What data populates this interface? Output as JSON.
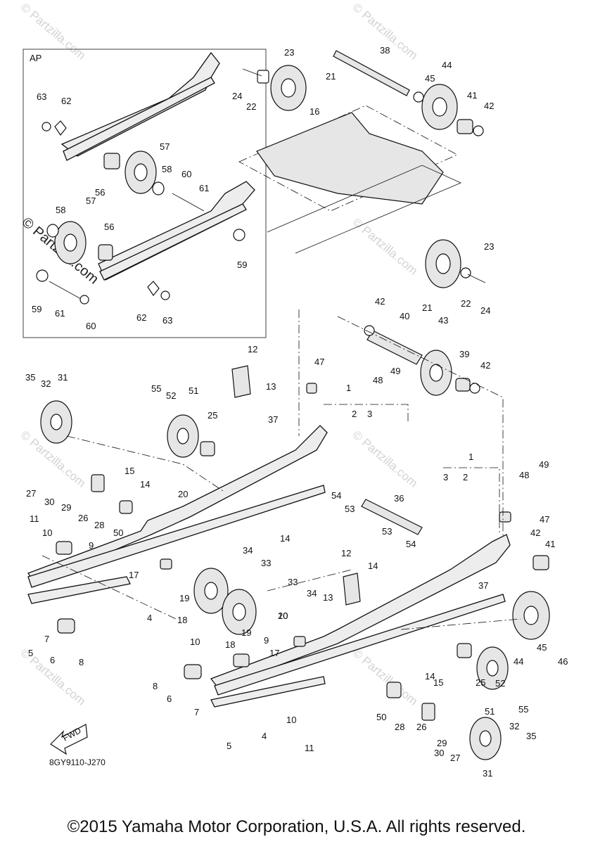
{
  "inset": {
    "label": "AP"
  },
  "drawing_code": "8GY9110-J270",
  "fwd_label": "FWD",
  "copyright": "©2015 Yamaha Motor Corporation, U.S.A. All rights reserved.",
  "watermark": {
    "text": "© Partzilla.com"
  },
  "callouts": [
    {
      "n": "23"
    },
    {
      "n": "38"
    },
    {
      "n": "44"
    },
    {
      "n": "45"
    },
    {
      "n": "21"
    },
    {
      "n": "24"
    },
    {
      "n": "22"
    },
    {
      "n": "41"
    },
    {
      "n": "42"
    },
    {
      "n": "16"
    },
    {
      "n": "63"
    },
    {
      "n": "62"
    },
    {
      "n": "57"
    },
    {
      "n": "58"
    },
    {
      "n": "60"
    },
    {
      "n": "61"
    },
    {
      "n": "56"
    },
    {
      "n": "57"
    },
    {
      "n": "58"
    },
    {
      "n": "56"
    },
    {
      "n": "59"
    },
    {
      "n": "59"
    },
    {
      "n": "61"
    },
    {
      "n": "60"
    },
    {
      "n": "62"
    },
    {
      "n": "63"
    },
    {
      "n": "23"
    },
    {
      "n": "21"
    },
    {
      "n": "22"
    },
    {
      "n": "24"
    },
    {
      "n": "42"
    },
    {
      "n": "40"
    },
    {
      "n": "43"
    },
    {
      "n": "12"
    },
    {
      "n": "47"
    },
    {
      "n": "49"
    },
    {
      "n": "48"
    },
    {
      "n": "39"
    },
    {
      "n": "42"
    },
    {
      "n": "13"
    },
    {
      "n": "35"
    },
    {
      "n": "32"
    },
    {
      "n": "31"
    },
    {
      "n": "55"
    },
    {
      "n": "52"
    },
    {
      "n": "51"
    },
    {
      "n": "25"
    },
    {
      "n": "37"
    },
    {
      "n": "1"
    },
    {
      "n": "2"
    },
    {
      "n": "3"
    },
    {
      "n": "15"
    },
    {
      "n": "14"
    },
    {
      "n": "1"
    },
    {
      "n": "3"
    },
    {
      "n": "2"
    },
    {
      "n": "49"
    },
    {
      "n": "48"
    },
    {
      "n": "27"
    },
    {
      "n": "30"
    },
    {
      "n": "29"
    },
    {
      "n": "26"
    },
    {
      "n": "28"
    },
    {
      "n": "50"
    },
    {
      "n": "20"
    },
    {
      "n": "54"
    },
    {
      "n": "53"
    },
    {
      "n": "36"
    },
    {
      "n": "47"
    },
    {
      "n": "14"
    },
    {
      "n": "11"
    },
    {
      "n": "10"
    },
    {
      "n": "9"
    },
    {
      "n": "42"
    },
    {
      "n": "41"
    },
    {
      "n": "53"
    },
    {
      "n": "54"
    },
    {
      "n": "34"
    },
    {
      "n": "33"
    },
    {
      "n": "17"
    },
    {
      "n": "12"
    },
    {
      "n": "14"
    },
    {
      "n": "37"
    },
    {
      "n": "19"
    },
    {
      "n": "18"
    },
    {
      "n": "4"
    },
    {
      "n": "33"
    },
    {
      "n": "34"
    },
    {
      "n": "13"
    },
    {
      "n": "10"
    },
    {
      "n": "7"
    },
    {
      "n": "20"
    },
    {
      "n": "5"
    },
    {
      "n": "6"
    },
    {
      "n": "8"
    },
    {
      "n": "19"
    },
    {
      "n": "18"
    },
    {
      "n": "17"
    },
    {
      "n": "10"
    },
    {
      "n": "9"
    },
    {
      "n": "8"
    },
    {
      "n": "6"
    },
    {
      "n": "14"
    },
    {
      "n": "15"
    },
    {
      "n": "25"
    },
    {
      "n": "45"
    },
    {
      "n": "44"
    },
    {
      "n": "46"
    },
    {
      "n": "7"
    },
    {
      "n": "52"
    },
    {
      "n": "55"
    },
    {
      "n": "51"
    },
    {
      "n": "50"
    },
    {
      "n": "28"
    },
    {
      "n": "26"
    },
    {
      "n": "29"
    },
    {
      "n": "30"
    },
    {
      "n": "27"
    },
    {
      "n": "32"
    },
    {
      "n": "35"
    },
    {
      "n": "31"
    },
    {
      "n": "5"
    },
    {
      "n": "4"
    },
    {
      "n": "10"
    },
    {
      "n": "11"
    }
  ]
}
